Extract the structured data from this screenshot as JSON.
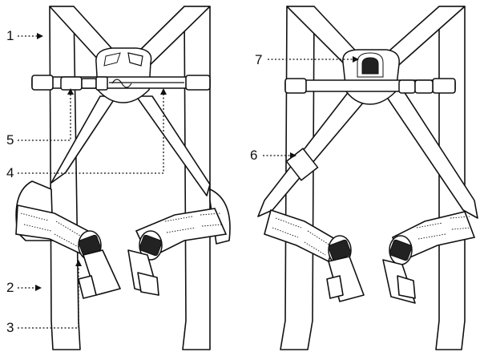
{
  "figure": {
    "callouts": [
      {
        "id": "c1",
        "text": "1"
      },
      {
        "id": "c2",
        "text": "2"
      },
      {
        "id": "c3",
        "text": "3"
      },
      {
        "id": "c4",
        "text": "4"
      },
      {
        "id": "c5",
        "text": "5"
      },
      {
        "id": "c6",
        "text": "6"
      },
      {
        "id": "c7",
        "text": "7"
      }
    ]
  }
}
